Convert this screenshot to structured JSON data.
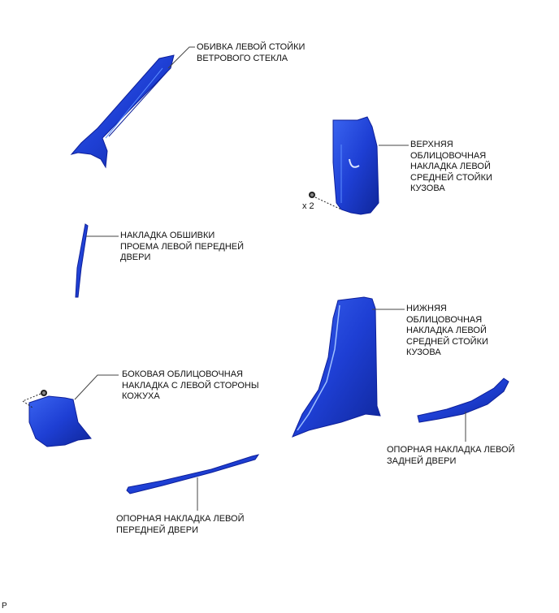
{
  "diagram": {
    "parts": [
      {
        "id": "a-pillar",
        "label": "ОБИВКА ЛЕВОЙ СТОЙКИ\nВЕТРОВОГО СТЕКЛА"
      },
      {
        "id": "upper-b-pillar",
        "label": "ВЕРХНЯЯ\nОБЛИЦОВОЧНАЯ\nНАКЛАДКА ЛЕВОЙ\nСРЕДНЕЙ СТОЙКИ\nКУЗОВА"
      },
      {
        "id": "front-door-opening-trim",
        "label": "НАКЛАДКА ОБШИВКИ\nПРОЕМА ЛЕВОЙ ПЕРЕДНЕЙ\nДВЕРИ"
      },
      {
        "id": "lower-b-pillar",
        "label": "НИЖНЯЯ\nОБЛИЦОВОЧНАЯ\nНАКЛАДКА ЛЕВОЙ\nСРЕДНЕЙ СТОЙКИ\nКУЗОВА"
      },
      {
        "id": "cowl-side-trim",
        "label": "БОКОВАЯ ОБЛИЦОВОЧНАЯ\nНАКЛАДКА С ЛЕВОЙ СТОРОНЫ\nКОЖУХА"
      },
      {
        "id": "rear-door-scuff",
        "label": "ОПОРНАЯ НАКЛАДКА ЛЕВОЙ\nЗАДНЕЙ ДВЕРИ"
      },
      {
        "id": "front-door-scuff",
        "label": "ОПОРНАЯ НАКЛАДКА ЛЕВОЙ\nПЕРЕДНЕЙ ДВЕРИ"
      }
    ],
    "clip_quantity": "x 2",
    "corner_code": "P",
    "colors": {
      "part": "#1f3fd6",
      "part_dark": "#0d1f9a",
      "part_light": "#5a8cff",
      "leader": "#444444"
    }
  }
}
